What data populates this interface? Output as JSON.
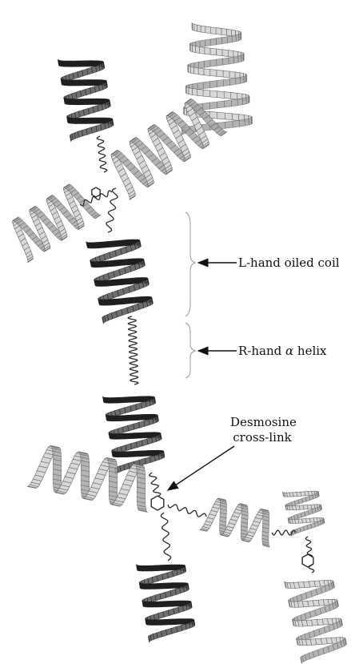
{
  "labels": {
    "lhand_coil": "L-hand oiled coil",
    "rhand_prefix": "R-hand ",
    "rhand_greek": "α",
    "rhand_suffix": " helix",
    "desmosine_line1": "Desmosine",
    "desmosine_line2": "cross-link"
  },
  "colors": {
    "dark_helix": "#1f1f1f",
    "light_helix": "#d8d8d8",
    "light_helix_edge": "#6a6a6a",
    "linker": "#2a2a2a",
    "text": "#111111"
  }
}
